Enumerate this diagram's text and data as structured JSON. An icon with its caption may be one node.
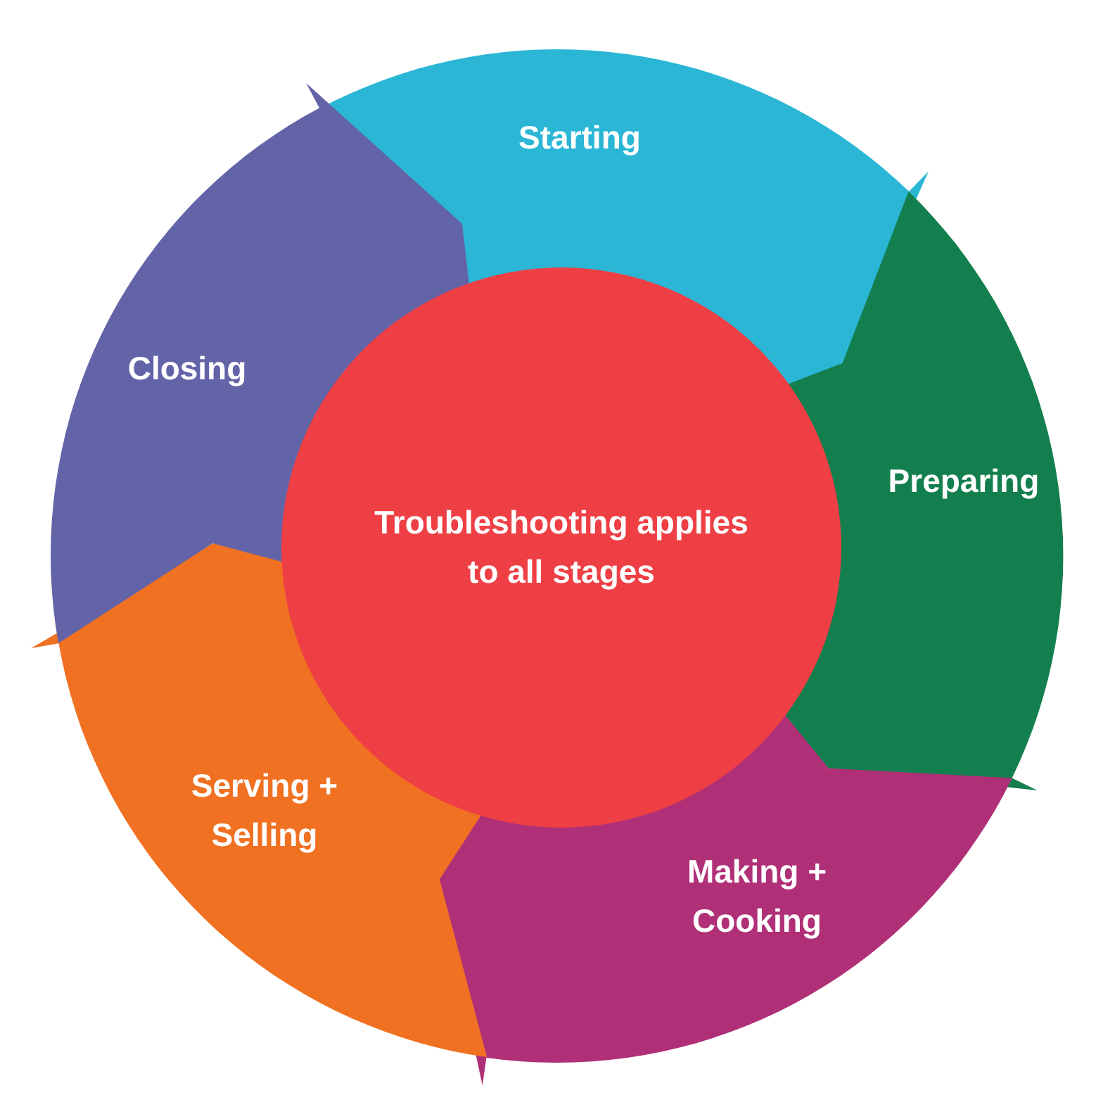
{
  "diagram": {
    "nodes": [
      {
        "text": [
          "Troubleshooting applies to all stages"
        ]
      },
      {
        "text": [
          "Starting"
        ]
      },
      {
        "text": [
          "Preparing"
        ]
      },
      {
        "text": [
          "Making + Cooking"
        ]
      },
      {
        "text": [
          "Serving + Selling"
        ]
      },
      {
        "text": [
          "Closing"
        ]
      }
    ]
  }
}
